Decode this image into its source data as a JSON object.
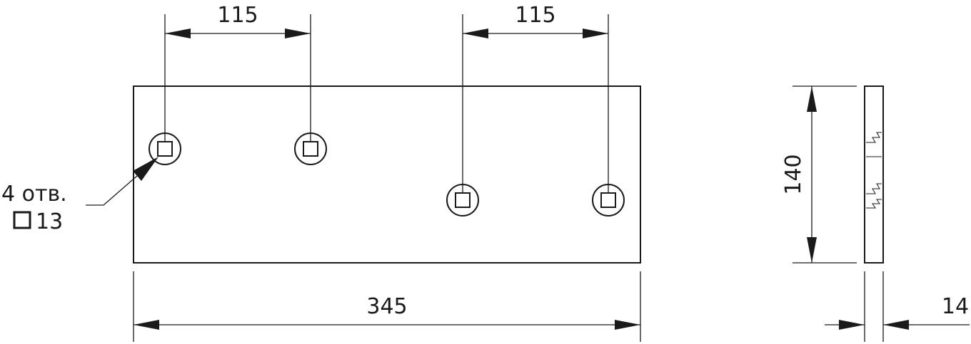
{
  "drawing": {
    "top_dimensions": [
      {
        "id": "spacing-left",
        "text": "115"
      },
      {
        "id": "spacing-right",
        "text": "115"
      }
    ],
    "overall_length": "345",
    "height": "140",
    "thickness": "14",
    "hole_note": {
      "line1": "4 отв.",
      "line2": "13",
      "symbol": "square-symbol"
    },
    "holes_count": 4
  }
}
